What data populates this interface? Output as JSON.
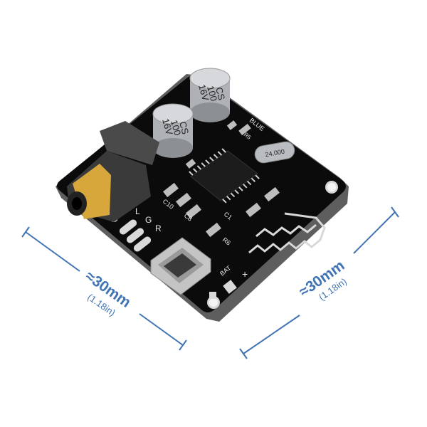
{
  "dimensions": {
    "left": {
      "approx": "≈30mm",
      "inches": "(1.18in)"
    },
    "right": {
      "approx": "≈30mm",
      "inches": "(1.18in)"
    }
  },
  "board": {
    "capacitors": [
      {
        "brand": "CS",
        "value": "100",
        "voltage": "16V"
      },
      {
        "brand": "CS",
        "value": "100",
        "voltage": "16V"
      }
    ],
    "silkscreen": {
      "blue": "BLUE",
      "r5": "R5",
      "channel_left": "L",
      "channel_ground": "G",
      "channel_right": "R",
      "c1": "C1",
      "r6": "R6",
      "c8": "C8",
      "c10": "C10",
      "bat": "BAT",
      "plus": "+",
      "crystal": "24.000"
    }
  },
  "colors": {
    "dimension_line": "#3f73b3",
    "pcb": "#0b0b0b",
    "pcb_edge": "#6a6a6a",
    "capacitor": "#c9ccd0",
    "jack_gold": "#d7a73c",
    "connector": "#bfbfbf"
  }
}
